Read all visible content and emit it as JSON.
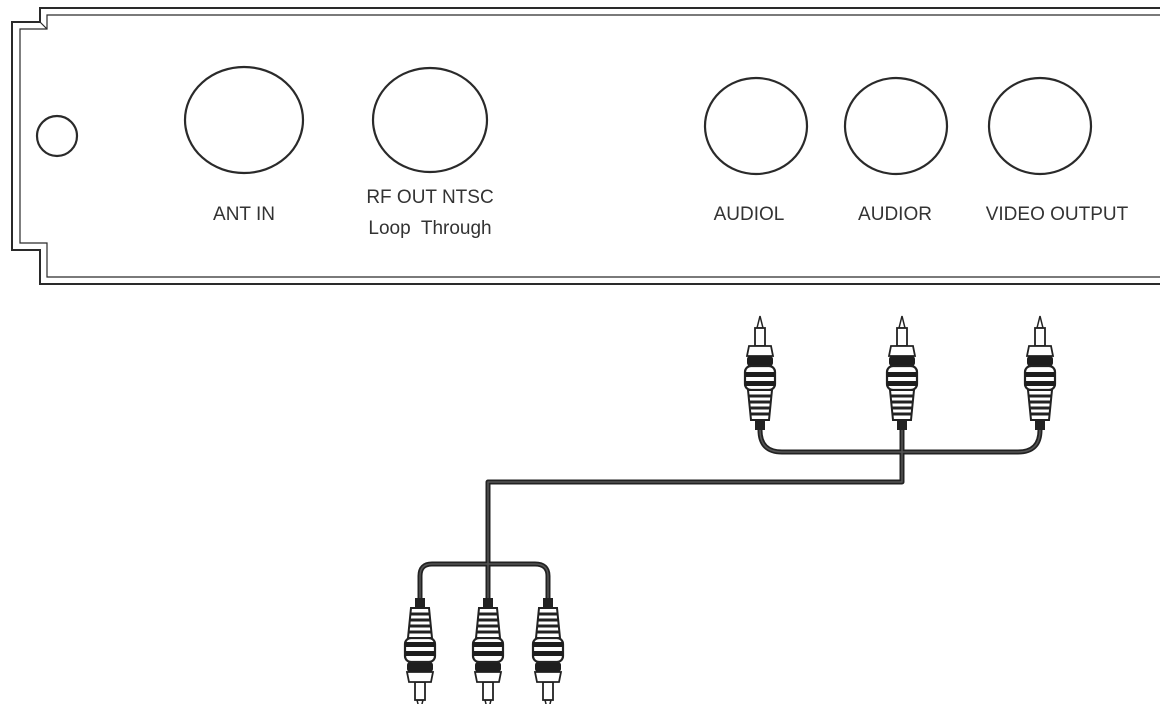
{
  "panel": {
    "ports": [
      {
        "id": "ant-in",
        "line1": "ANT IN",
        "line2": ""
      },
      {
        "id": "rf-out",
        "line1": "RF OUT NTSC",
        "line2": "Loop  Through"
      },
      {
        "id": "audio-l",
        "line1": "AUDIOL",
        "line2": ""
      },
      {
        "id": "audio-r",
        "line1": "AUDIOR",
        "line2": ""
      },
      {
        "id": "video-output",
        "line1": "VIDEO OUTPUT",
        "line2": ""
      }
    ]
  },
  "colors": {
    "line": "#2a2a2a",
    "cable": "#222222",
    "text": "#333333",
    "background": "#ffffff"
  },
  "icons": [
    "mounting-hole-icon",
    "rca-plug-icon"
  ]
}
